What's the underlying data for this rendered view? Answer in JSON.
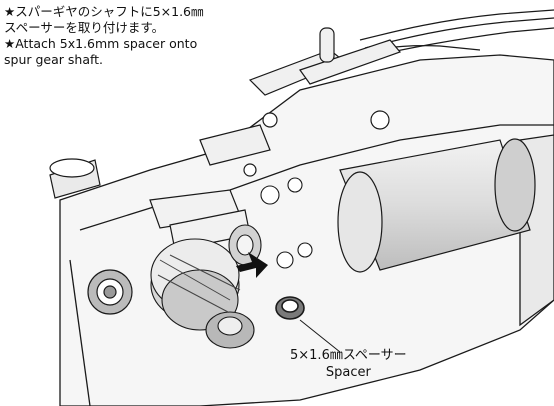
{
  "instructions": {
    "jp_line1": "★スパーギヤのシャフトに5×1.6㎜",
    "jp_line2": "スペーサーを取り付けます。",
    "en_line1": "★Attach 5x1.6mm spacer onto",
    "en_line2": "spur gear shaft."
  },
  "callout": {
    "jp_label": "5×1.6㎜スペーサー",
    "en_label": "Spacer"
  },
  "colors": {
    "line": "#1a1a1a",
    "shade": "#d9d9d9",
    "dark_shade": "#9a9a9a",
    "paper": "#ffffff"
  }
}
